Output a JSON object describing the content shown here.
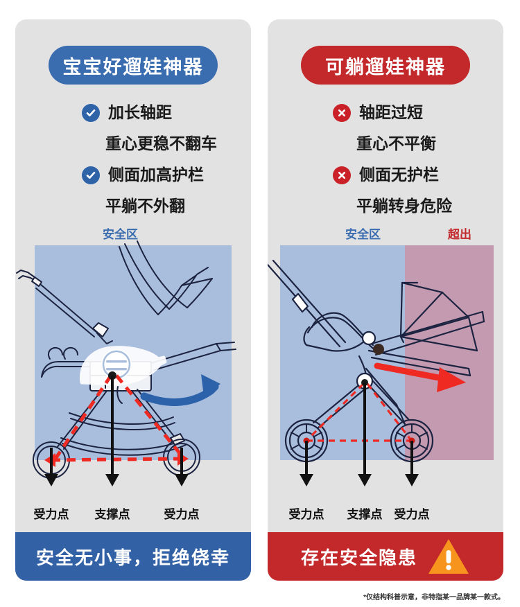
{
  "colors": {
    "page_bg": "#ffffff",
    "card_bg": "#e2e2e2",
    "blue": "#3a6cb0",
    "blue_dark": "#3361a5",
    "red": "#c3282a",
    "safe_zone": "#a9bddd",
    "over_zone": "#c39ab0",
    "red_dash": "#ef2a23",
    "arrow_blue": "#2b62aa",
    "arrow_red": "#ee2a23",
    "warn_orange": "#f7941e",
    "ink": "#1c2340"
  },
  "left_panel": {
    "title": "宝宝好遛娃神器",
    "title_style": "blue",
    "features": [
      {
        "icon": "check-icon",
        "type": "ok",
        "text": "加长轴距",
        "sub": false
      },
      {
        "icon": "",
        "type": "none",
        "text": "重心更稳不翻车",
        "sub": true
      },
      {
        "icon": "check-icon",
        "type": "ok",
        "text": "侧面加高护栏",
        "sub": false
      },
      {
        "icon": "",
        "type": "none",
        "text": "平躺不外翻",
        "sub": true
      }
    ],
    "zone_labels": [
      {
        "text": "安全区",
        "kind": "safe"
      }
    ],
    "force_labels": [
      "受力点",
      "支撑点",
      "受力点"
    ],
    "banner": {
      "text": "安全无小事，拒绝侥幸",
      "style": "blue",
      "warning_icon": false
    }
  },
  "right_panel": {
    "title": "可躺遛娃神器",
    "title_style": "red",
    "features": [
      {
        "icon": "cross-icon",
        "type": "bad",
        "text": "轴距过短",
        "sub": false
      },
      {
        "icon": "",
        "type": "none",
        "text": "重心不平衡",
        "sub": true
      },
      {
        "icon": "cross-icon",
        "type": "bad",
        "text": "侧面无护栏",
        "sub": false
      },
      {
        "icon": "",
        "type": "none",
        "text": "平躺转身危险",
        "sub": true
      }
    ],
    "zone_labels": [
      {
        "text": "安全区",
        "kind": "safe"
      },
      {
        "text": "超出",
        "kind": "over"
      }
    ],
    "force_labels": [
      "受力点",
      "支撑点",
      "受力点"
    ],
    "banner": {
      "text": "存在安全隐患",
      "style": "red",
      "warning_icon": true
    }
  },
  "footnote": "*仅结构科普示意，非特指某一品牌某一款式。"
}
